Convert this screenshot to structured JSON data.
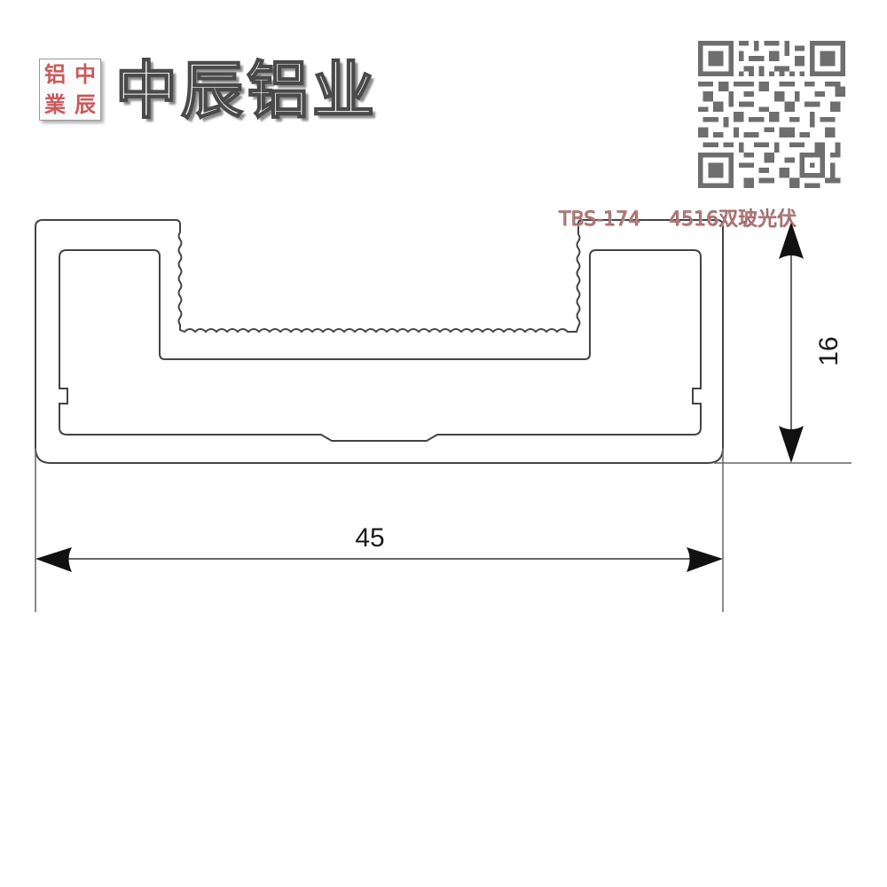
{
  "brand": {
    "seal_chars": [
      "铝",
      "中",
      "業",
      "辰"
    ],
    "name": "中辰铝业",
    "seal_color": "#c85a5a"
  },
  "qr_code": {
    "icon": "qr-code-icon",
    "color": "#6e6e6e"
  },
  "product": {
    "code": "TBS-174",
    "description": "4516双玻光伏",
    "label_color": "#c08080"
  },
  "drawing": {
    "type": "aluminum-profile-cross-section",
    "line_color": "#444444",
    "dimensions": {
      "width": {
        "value": "45",
        "orientation": "horizontal"
      },
      "height": {
        "value": "16",
        "orientation": "vertical"
      }
    }
  }
}
